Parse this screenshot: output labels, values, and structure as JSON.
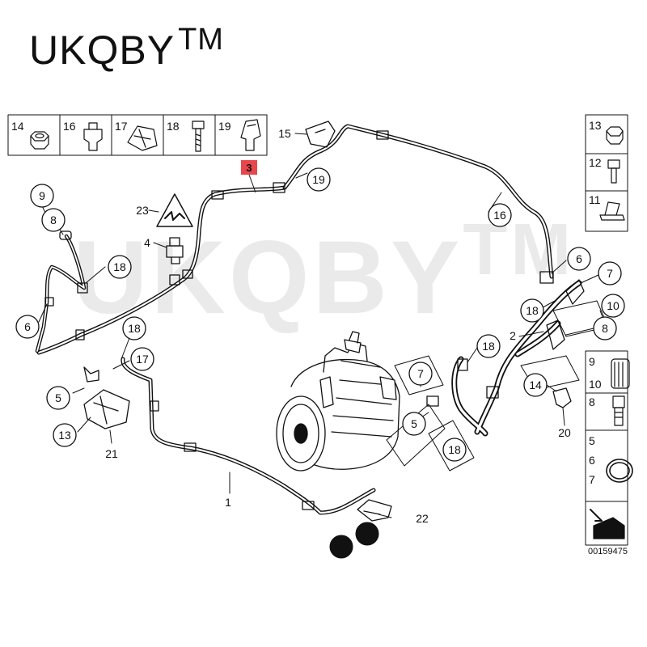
{
  "brand": {
    "name": "UKQBY",
    "mark": "TM"
  },
  "watermark": {
    "name": "UKQBY",
    "mark": "TM"
  },
  "colors": {
    "highlight": "#e8464c",
    "line": "#111111"
  },
  "doc_number": "00159475",
  "top_box": [
    {
      "label": "14"
    },
    {
      "label": "16"
    },
    {
      "label": "17"
    },
    {
      "label": "18"
    },
    {
      "label": "19"
    }
  ],
  "right_box": [
    {
      "label": "13"
    },
    {
      "label": "12"
    },
    {
      "label": "11"
    },
    {
      "label": "9"
    },
    {
      "label": "10"
    },
    {
      "label": "8"
    },
    {
      "label": "5"
    },
    {
      "label": "6"
    },
    {
      "label": "7"
    }
  ],
  "highlight_label": "3",
  "callouts": [
    {
      "label": "15"
    },
    {
      "label": "19"
    },
    {
      "label": "16"
    },
    {
      "label": "9"
    },
    {
      "label": "8"
    },
    {
      "label": "18"
    },
    {
      "label": "6"
    },
    {
      "label": "23"
    },
    {
      "label": "4"
    },
    {
      "label": "18"
    },
    {
      "label": "17"
    },
    {
      "label": "5"
    },
    {
      "label": "13"
    },
    {
      "label": "21"
    },
    {
      "label": "1"
    },
    {
      "label": "22"
    },
    {
      "label": "7"
    },
    {
      "label": "5"
    },
    {
      "label": "18"
    },
    {
      "label": "18"
    },
    {
      "label": "6"
    },
    {
      "label": "7"
    },
    {
      "label": "18"
    },
    {
      "label": "10"
    },
    {
      "label": "2"
    },
    {
      "label": "8"
    },
    {
      "label": "14"
    },
    {
      "label": "20"
    }
  ]
}
